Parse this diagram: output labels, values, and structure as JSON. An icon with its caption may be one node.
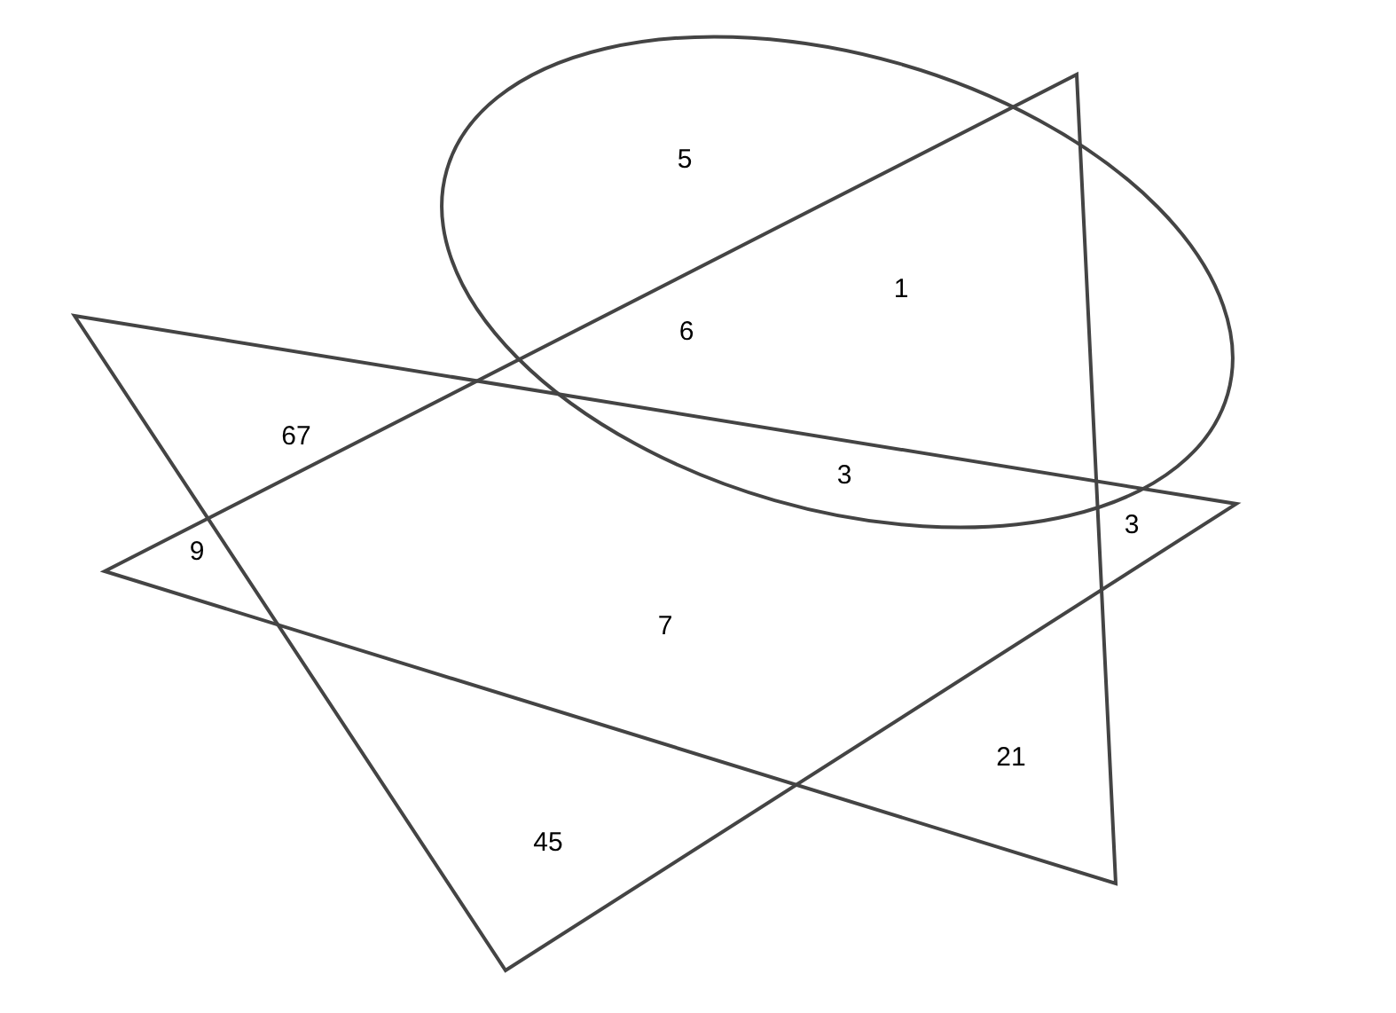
{
  "diagram": {
    "labels": [
      "5",
      "1",
      "6",
      "67",
      "3",
      "3",
      "9",
      "7",
      "21",
      "45"
    ]
  }
}
